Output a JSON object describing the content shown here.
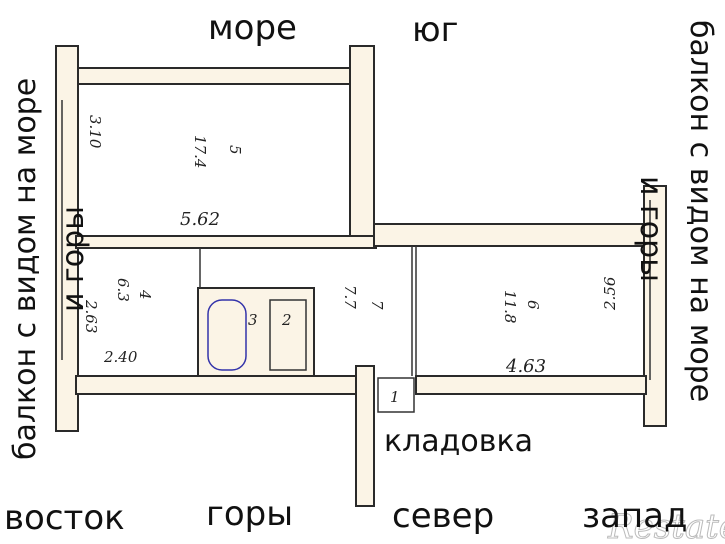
{
  "labels": {
    "top_sea": "море",
    "top_south": "юг",
    "left_balcony": "балкон с видом на море",
    "left_mountains": "и горы",
    "right_balcony": "балкон с видом на море",
    "right_mountains": "и горы",
    "storage": "кладовка",
    "east": "восток",
    "mountains": "горы",
    "north": "север",
    "west": "запад"
  },
  "rooms": {
    "room1": {
      "area": "17.4",
      "number": "5",
      "width": "5.62",
      "depth": "3.10"
    },
    "room2": {
      "area": "6.3",
      "number": "4",
      "width": "2.40",
      "depth": "2.63"
    },
    "bath": {
      "number": "3"
    },
    "wc": {
      "number": "2"
    },
    "hall": {
      "area": "7.7",
      "number": "7"
    },
    "room3": {
      "area": "11.8",
      "number": "6",
      "width": "4.63",
      "depth": "2.56"
    },
    "storage": {
      "number": "1"
    }
  },
  "watermark": "Restate",
  "colors": {
    "wall": "#fbf4e6",
    "line": "#2a2a2a"
  }
}
